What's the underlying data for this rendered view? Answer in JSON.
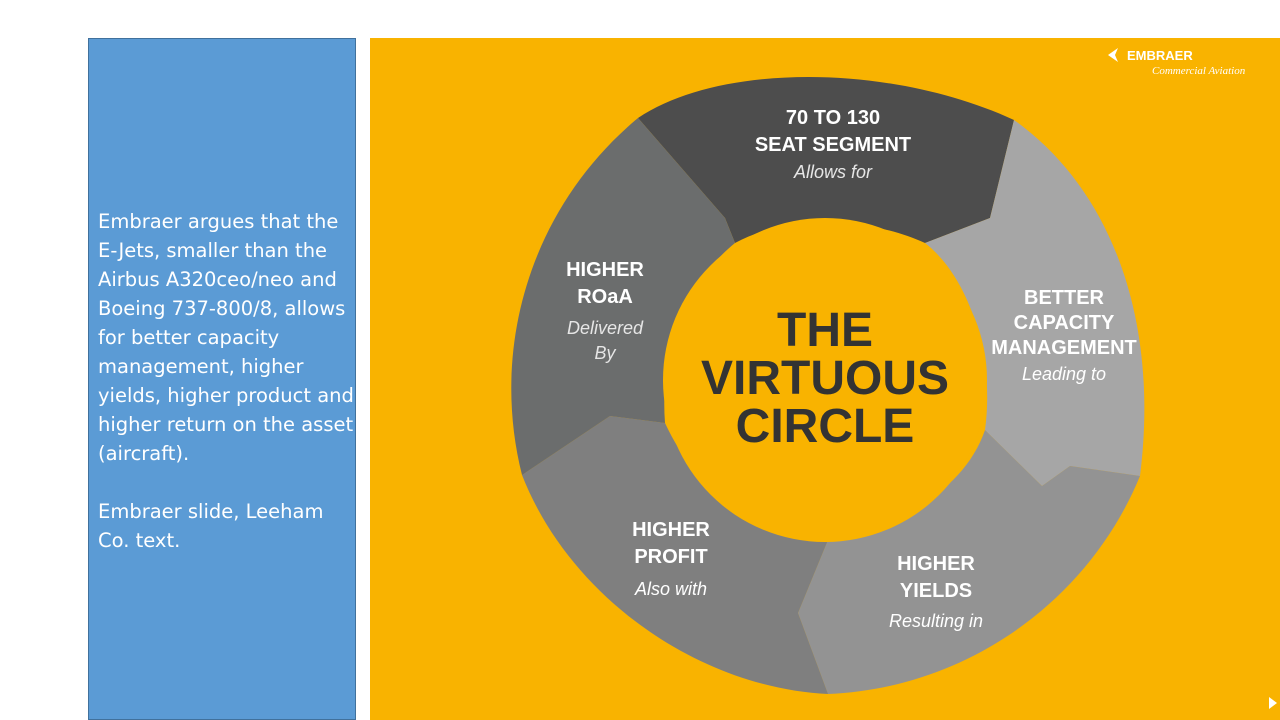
{
  "caption": {
    "paragraph1": "Embraer argues that the E-Jets, smaller than the Airbus A320ceo/neo and Boeing 737-800/8, allows for better capacity management, higher yields, higher product and higher return on the asset (aircraft).",
    "paragraph2": "Embraer slide, Leeham Co. text."
  },
  "logo": {
    "brand": "EMBRAER",
    "subtitle": "Commercial Aviation"
  },
  "center": {
    "line1": "THE",
    "line2": "VIRTUOUS",
    "line3": "CIRCLE"
  },
  "segments": [
    {
      "title1": "70 TO 130",
      "title2": "SEAT SEGMENT",
      "subtitle": "Allows for",
      "color": "#4d4d4d"
    },
    {
      "title1": "BETTER",
      "title2": "CAPACITY",
      "title3": "MANAGEMENT",
      "subtitle": "Leading to",
      "color": "#a6a6a6"
    },
    {
      "title1": "HIGHER",
      "title2": "YIELDS",
      "subtitle": "Resulting in",
      "color": "#939393"
    },
    {
      "title1": "HIGHER",
      "title2": "PROFIT",
      "subtitle": "Also with",
      "color": "#7f7f7f"
    },
    {
      "title1": "HIGHER",
      "title2": "ROaA",
      "subtitle1": "Delivered",
      "subtitle2": "By",
      "color": "#6b6d6d"
    }
  ],
  "colors": {
    "background": "#f9b300",
    "center_disc": "#f9b300",
    "caption_panel": "#5b9bd5"
  }
}
